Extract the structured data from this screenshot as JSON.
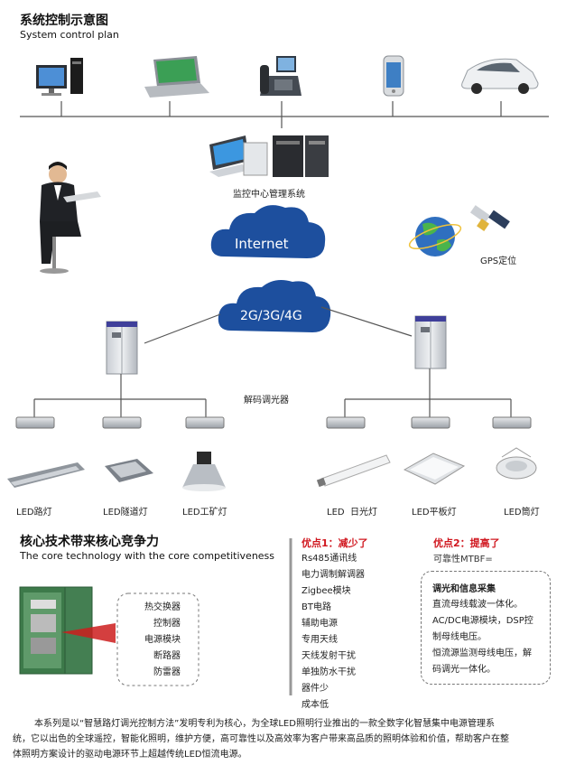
{
  "title": "系统控制示意图",
  "subtitle": "System control plan",
  "top_devices": [
    "desktop",
    "laptop",
    "phone",
    "smartphone",
    "car"
  ],
  "monitor_label": "监控中心管理系统",
  "internet_label": "Internet",
  "network_label": "2G/3G/4G",
  "gps_label": "GPS定位",
  "decoder_label": "解码调光器",
  "lamps": [
    "LED路灯",
    "LED隧道灯",
    "LED工矿灯",
    "LED  日光灯",
    "LED平板灯",
    "LED筒灯"
  ],
  "core_title": "核心技术带来核心竞争力",
  "core_subtitle": "The core technology with the core competitiveness",
  "cabinet_items": [
    "热交换器",
    "控制器",
    "电源模块",
    "断路器",
    "防雷器"
  ],
  "adv1": {
    "title": "优点1：减少了",
    "items": [
      "Rs485通讯线",
      "电力调制解调器",
      "Zigbee模块",
      "BT电路",
      "辅助电源",
      "专用天线",
      "天线发射干扰",
      "单独防水干扰",
      "器件少",
      "成本低"
    ]
  },
  "adv2": {
    "title": "优点2：提高了",
    "mtbf": "可靠性MTBF=",
    "box_title": "调光和信息采集",
    "box_lines": [
      "直流母线载波一体化。",
      "AC/DC电源模块，DSP控",
      "制母线电压。",
      "恒流源监测母线电压，解",
      "码调光一体化。"
    ]
  },
  "footer_lines": [
    "本系列是以“智慧路灯调光控制方法”发明专利为核心，为全球LED照明行业推出的一款全数字化智慧集中电源管理系",
    "统，它以出色的全球遥控，智能化照明，维护方便，高可靠性以及高效率为客户带来高品质的照明体验和价值，帮助客户在整",
    "体照明方案设计的驱动电源环节上超越传统LED恒流电源。"
  ],
  "colors": {
    "cloud": "#1d4f9e",
    "advantage": "#d0161e",
    "line": "#555555"
  }
}
